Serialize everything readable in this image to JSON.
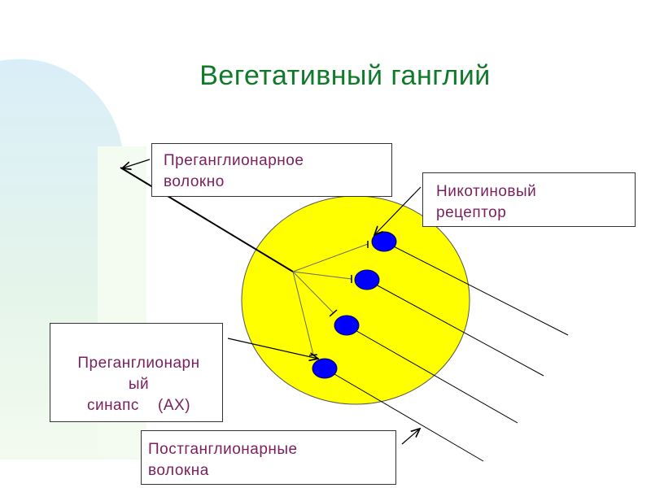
{
  "title": "Вегетативный ганглий",
  "labels": {
    "preganglionic_fiber": [
      "Преганглионарное",
      "волокно"
    ],
    "nicotinic_receptor": [
      "Никотиновый",
      "рецептор"
    ],
    "preganglionic_synapse": [
      "Преганглионарн",
      "ый",
      "синапс    (АХ)"
    ],
    "postganglionic_fibers": [
      "Постганглионарные",
      "волокна"
    ]
  },
  "colors": {
    "title": "#107a2a",
    "label_text": "#7a1f5e",
    "ganglion": "#ffff00",
    "neuron": "#0000ff",
    "background_arc": "#cfe8f5"
  }
}
